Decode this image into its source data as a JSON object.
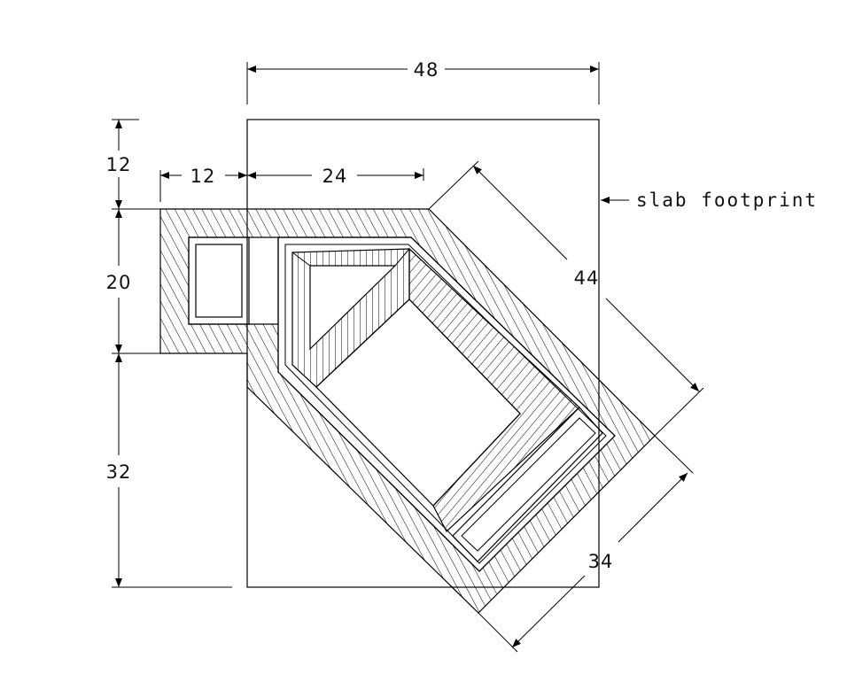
{
  "dimensions": {
    "top_width": "48",
    "left_top": "12",
    "left_middle": "20",
    "left_bottom": "32",
    "offset_left": "12",
    "offset_right": "24",
    "diagonal_long": "44",
    "diagonal_short": "34"
  },
  "labels": {
    "slab": "slab footprint"
  }
}
